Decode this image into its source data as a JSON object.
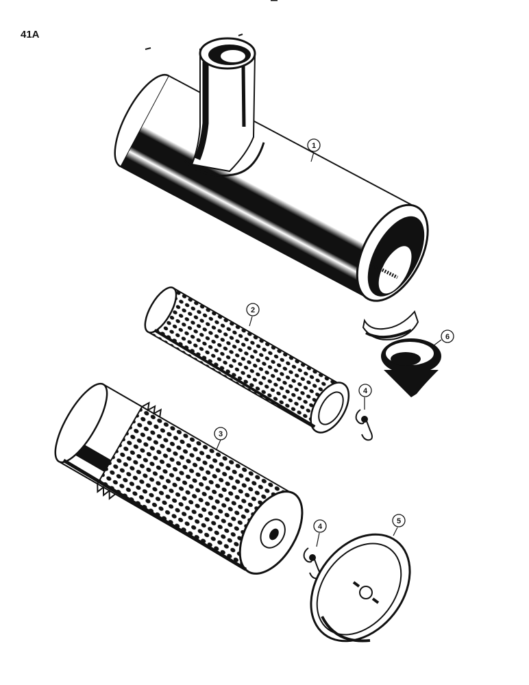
{
  "page_label": "41A",
  "callouts": [
    {
      "id": "1",
      "label": "1"
    },
    {
      "id": "2",
      "label": "2"
    },
    {
      "id": "3",
      "label": "3"
    },
    {
      "id": "4a",
      "label": "4"
    },
    {
      "id": "4b",
      "label": "4"
    },
    {
      "id": "5",
      "label": "5"
    },
    {
      "id": "6",
      "label": "6"
    }
  ],
  "colors": {
    "ink": "#111111",
    "paper": "#ffffff"
  }
}
